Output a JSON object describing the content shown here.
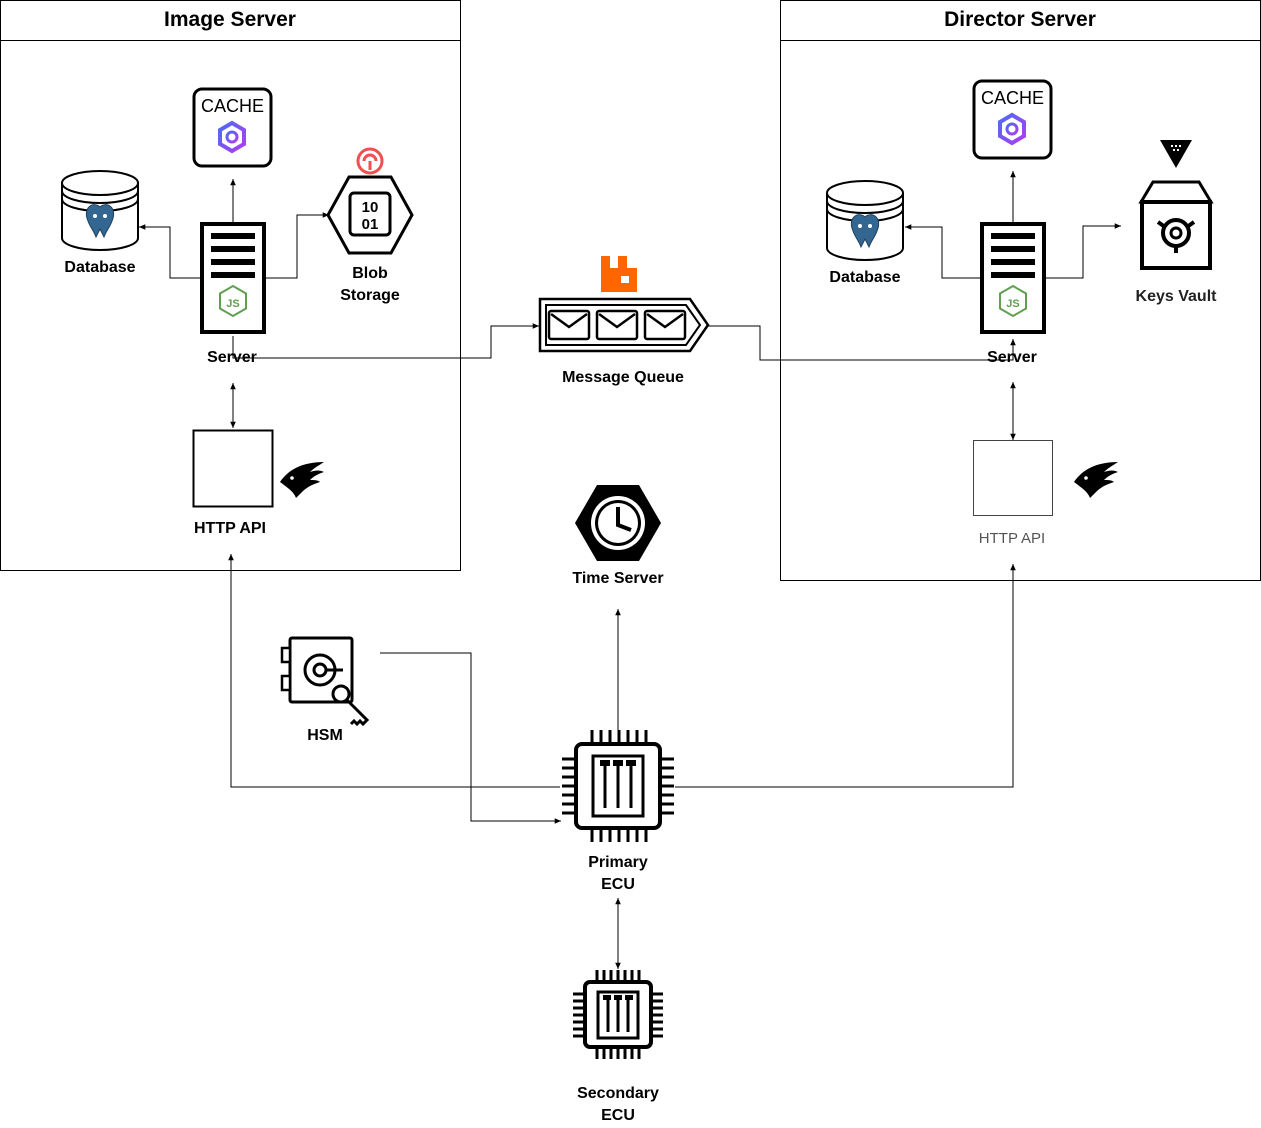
{
  "image_server": {
    "title": "Image Server",
    "cache": "CACHE",
    "database": "Database",
    "blob_storage": "Blob\nStorage",
    "server": "Server",
    "http_api": "HTTP API"
  },
  "director_server": {
    "title": "Director Server",
    "cache": "CACHE",
    "database": "Database",
    "keys_vault": "Keys Vault",
    "server": "Server",
    "http_api": "HTTP API"
  },
  "message_queue": "Message Queue",
  "time_server": "Time Server",
  "hsm": "HSM",
  "primary_ecu": "Primary\nECU",
  "secondary_ecu": "Secondary\nECU",
  "blob_icon_text": [
    "10",
    "01"
  ],
  "icons": [
    "cache-icon",
    "postgres-database-icon",
    "blob-storage-icon",
    "server-rack-icon",
    "nodejs-icon",
    "rabbitmq-icon",
    "envelope-icon",
    "falcon-icon",
    "clock-icon",
    "hsm-icon",
    "key-icon",
    "chip-icon",
    "vault-icon",
    "vault-triangle-icon"
  ],
  "colors": {
    "line": "#000000",
    "rabbit": "#ff6600",
    "node": "#5fa04e",
    "postgres": "#336791",
    "cache_logo": "#6a3df0",
    "signal": "#f05050"
  }
}
